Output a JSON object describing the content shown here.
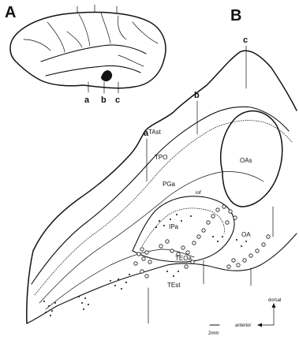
{
  "panels": {
    "a": "A",
    "b": "B"
  },
  "brain_labels": {
    "a": "a",
    "b": "b",
    "c": "c"
  },
  "section_labels": {
    "a": "a",
    "b": "b",
    "c": "c"
  },
  "regions": {
    "tast": "TAst",
    "tpo": "TPO",
    "pga": "PGa",
    "iof": "iof",
    "oas": "OAs",
    "ipa": "IPa",
    "oa": "OA",
    "teoa": "TEOa",
    "test": "TEst"
  },
  "orientation": {
    "dorsal": "dorsal",
    "anterior": "anterior"
  },
  "scale_bar": {
    "label": "2mm"
  }
}
